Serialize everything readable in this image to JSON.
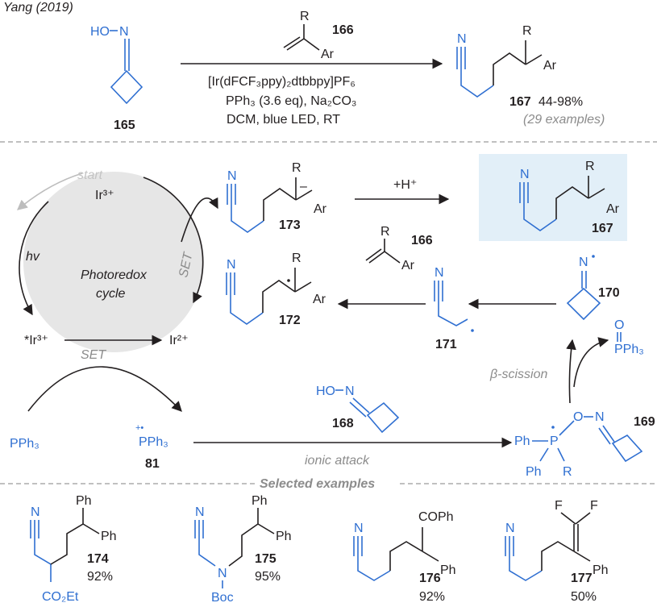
{
  "header": {
    "citation": "Yang (2019)"
  },
  "colors": {
    "blue": "#2f6fd1",
    "grey": "#8c8c8c",
    "cycle_fill": "#e6e6e6",
    "highlight": "#e2eff8",
    "text": "#231f20"
  },
  "top_scheme": {
    "oxime_label": "HO",
    "oxime_n": "N",
    "compound_165": "165",
    "alkene_r": "R",
    "alkene_ar": "Ar",
    "compound_166": "166",
    "catalyst_line": "[Ir(dFCF₃ppy)₂dtbbpy]PF₆",
    "reagents_line": "PPh₃ (3.6 eq), Na₂CO₃",
    "conditions_line": "DCM, blue LED, RT",
    "product_n": "N",
    "product_r": "R",
    "product_ar": "Ar",
    "compound_167": "167",
    "yield": "44-98%",
    "examples": "(29 examples)"
  },
  "cycle": {
    "start": "start",
    "ir3": "Ir³⁺",
    "hv": "hv",
    "title_line1": "Photoredox",
    "title_line2": "cycle",
    "excited_ir3": "*Ir³⁺",
    "ir2": "Ir²⁺",
    "set_bottom": "SET",
    "set_right": "SET"
  },
  "mechanism": {
    "anion_r": "R",
    "anion_charge": "–",
    "anion_ar": "Ar",
    "anion_n": "N",
    "compound_173": "173",
    "protonation": "+H⁺",
    "product_r": "R",
    "product_ar": "Ar",
    "product_n": "N",
    "compound_167": "167",
    "radical_r": "R",
    "radical_ar": "Ar",
    "radical_n": "N",
    "compound_172": "172",
    "alkene_r": "R",
    "alkene_ar": "Ar",
    "compound_166": "166",
    "alkyl_n": "N",
    "compound_171": "171",
    "iminyl_n": "N",
    "compound_170": "170",
    "phosphine_oxide_o": "O",
    "phosphine_oxide_p": "PPh₃",
    "beta_scission": "β-scission",
    "oxime_ho": "HO",
    "oxime_n": "N",
    "compound_168": "168",
    "pph3": "PPh₃",
    "radical_cation_charge": "+•",
    "radical_cation": "PPh₃",
    "compound_81": "81",
    "ionic_attack": "ionic attack",
    "phosphoranyl_ph1": "Ph",
    "phosphoranyl_p": "P",
    "phosphoranyl_o": "O",
    "phosphoranyl_n": "N",
    "phosphoranyl_ph2": "Ph",
    "phosphoranyl_r": "R",
    "compound_169": "169"
  },
  "examples_section": {
    "title": "Selected examples",
    "ex174": {
      "n": "N",
      "ph1": "Ph",
      "ph2": "Ph",
      "ester": "CO₂Et",
      "id": "174",
      "yield": "92%"
    },
    "ex175": {
      "n1": "N",
      "ph1": "Ph",
      "ph2": "Ph",
      "n2": "N",
      "boc": "Boc",
      "id": "175",
      "yield": "95%"
    },
    "ex176": {
      "n": "N",
      "cophe": "COPh",
      "ph": "Ph",
      "id": "176",
      "yield": "92%"
    },
    "ex177": {
      "n": "N",
      "f1": "F",
      "f2": "F",
      "ph": "Ph",
      "id": "177",
      "yield": "50%"
    }
  }
}
